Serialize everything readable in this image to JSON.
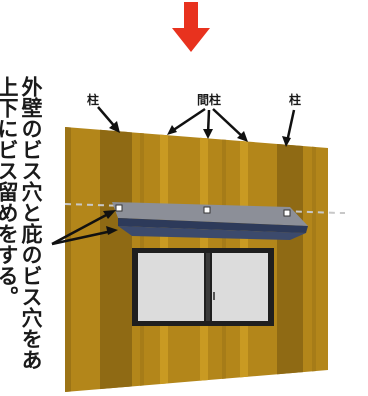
{
  "labels": {
    "pillar_left": "柱",
    "stud": "間柱",
    "pillar_right": "柱"
  },
  "caption": {
    "line1": "外壁のビス穴と庇のビス穴をあ",
    "line2": "上下にビス留めをする。"
  },
  "colors": {
    "arrow_red": "#e8321e",
    "wall": "#b3861a",
    "stripe_dark": "#8f6a14",
    "stripe_light": "#c99a22",
    "canopy_top": "#8c8f98",
    "canopy_front": "#2d3a5a",
    "window_frame": "#1f1f1f",
    "glass": "#dcdcdc"
  }
}
